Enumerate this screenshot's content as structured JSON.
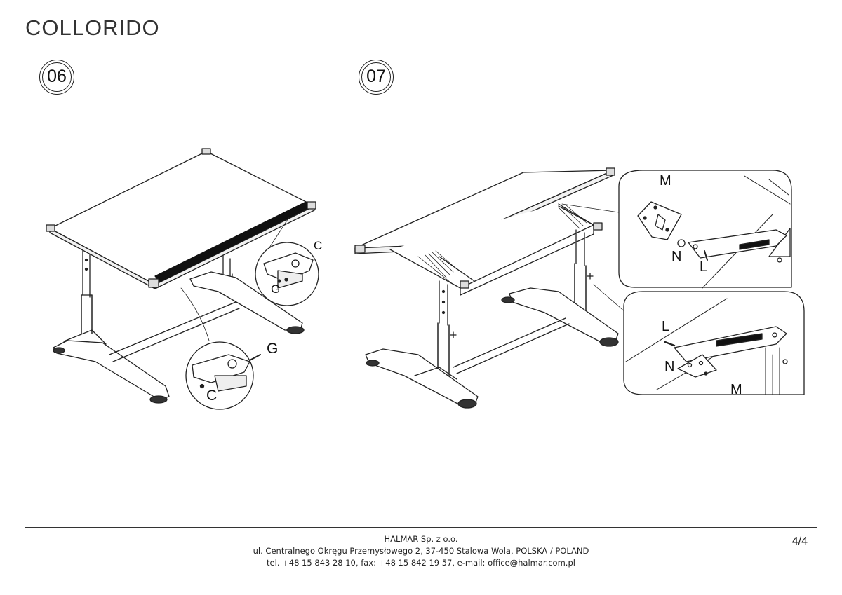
{
  "document": {
    "title": "COLLORIDO",
    "page_number": "4/4"
  },
  "steps": [
    {
      "number": "06",
      "callout_top_labels": [
        "C",
        "G"
      ],
      "callout_bottom_labels": [
        "G",
        "C"
      ]
    },
    {
      "number": "07",
      "callout_top_labels": [
        "M",
        "N",
        "L"
      ],
      "callout_bottom_labels": [
        "L",
        "N",
        "M"
      ]
    }
  ],
  "footer": {
    "company": "HALMAR Sp. z o.o.",
    "address": "ul. Centralnego Okręgu Przemysłowego 2, 37-450 Stalowa Wola, POLSKA / POLAND",
    "contact": "tel. +48 15 843 28 10, fax: +48 15 842 19 57, e-mail: office@halmar.com.pl"
  }
}
